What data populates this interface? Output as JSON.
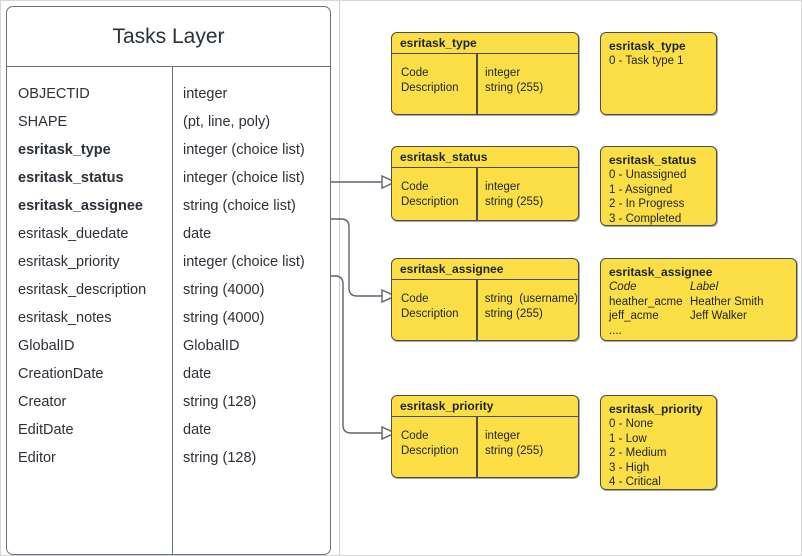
{
  "entity": {
    "title": "Tasks Layer",
    "fields": [
      {
        "name": "OBJECTID",
        "type": "integer",
        "key": false
      },
      {
        "name": "SHAPE",
        "type": "(pt, line, poly)",
        "key": false
      },
      {
        "name": "esritask_type",
        "type": "integer (choice list)",
        "key": true
      },
      {
        "name": "esritask_status",
        "type": "integer (choice list)",
        "key": true
      },
      {
        "name": "esritask_assignee",
        "type": "string (choice list)",
        "key": true
      },
      {
        "name": "esritask_duedate",
        "type": "date",
        "key": false
      },
      {
        "name": "esritask_priority",
        "type": "integer (choice list)",
        "key": false
      },
      {
        "name": "esritask_description",
        "type": "string (4000)",
        "key": false
      },
      {
        "name": "esritask_notes",
        "type": "string (4000)",
        "key": false
      },
      {
        "name": "GlobalID",
        "type": "GlobalID",
        "key": false
      },
      {
        "name": "CreationDate",
        "type": "date",
        "key": false
      },
      {
        "name": "Creator",
        "type": "string (128)",
        "key": false
      },
      {
        "name": "EditDate",
        "type": "date",
        "key": false
      },
      {
        "name": "Editor",
        "type": "string (128)",
        "key": false
      }
    ]
  },
  "domains": [
    {
      "title": "esritask_type",
      "left": "Code\nDescription",
      "right": "integer\nstring (255)"
    },
    {
      "title": "esritask_status",
      "left": "Code\nDescription",
      "right": "integer\nstring (255)"
    },
    {
      "title": "esritask_assignee",
      "left": "Code\nDescription",
      "right": "string  (username)\nstring (255)"
    },
    {
      "title": "esritask_priority",
      "left": "Code\nDescription",
      "right": "integer\nstring (255)"
    }
  ],
  "value_lists": {
    "type": {
      "title": "esritask_type",
      "lines": [
        "0 - Task type 1"
      ]
    },
    "status": {
      "title": "esritask_status",
      "lines": [
        "0 - Unassigned",
        "1 - Assigned",
        "2 - In Progress",
        "3 - Completed"
      ]
    },
    "assignee": {
      "title": "esritask_assignee",
      "header": {
        "code": "Code",
        "label": "Label"
      },
      "rows": [
        {
          "code": "heather_acme",
          "label": "Heather Smith"
        },
        {
          "code": "jeff_acme",
          "label": "Jeff Walker"
        }
      ],
      "more": "...."
    },
    "priority": {
      "title": "esritask_priority",
      "lines": [
        "0 - None",
        "1 - Low",
        "2 - Medium",
        "3 - High",
        "4 - Critical"
      ]
    }
  },
  "colors": {
    "domain_fill": "#fcdf47",
    "domain_border": "#4d4d4d",
    "entity_border": "#6a707a",
    "connector": "#5d646d"
  }
}
